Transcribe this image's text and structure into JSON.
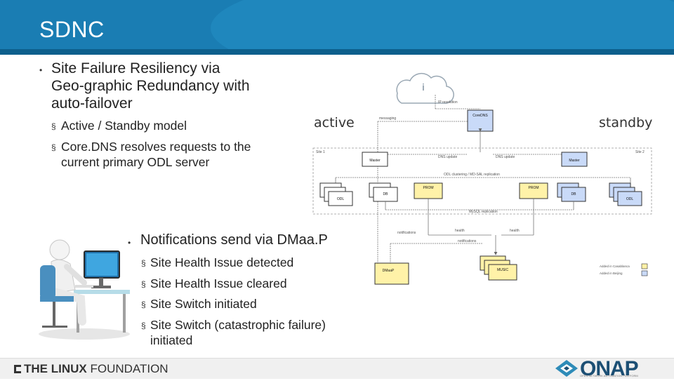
{
  "slide": {
    "title": "SDNC",
    "bullet1": "Site Failure Resiliency via Geo-graphic Redundancy with auto-failover",
    "sub1": [
      "Active / Standby model",
      "Core.DNS resolves requests to the current primary ODL server"
    ],
    "bullet2": "Notifications send via DMaa.P",
    "sub2": [
      "Site Health Issue detected",
      "Site Health Issue cleared",
      "Site Switch initiated",
      "Site Switch (catastrophic failure) initiated"
    ],
    "label_active": "active",
    "label_standby": "standby"
  },
  "diagram": {
    "ip_resolution": "IP resolution",
    "messaging": "messaging",
    "coredns": "CoreDNS",
    "site1": "Site 1",
    "site2": "Site 2",
    "dns_update_left": "DNS update",
    "dns_update_right": "DNS update",
    "master": "Master",
    "odl_clustering": "ODL clustering / MD-SAL replication",
    "odl": "ODL",
    "db": "DB",
    "prom": "PROM",
    "mysql_replication": "MySQL replication",
    "health": "health",
    "notifications": "notifications",
    "dmaap": "DMaaP",
    "music": "MUSIC",
    "legend_casablanca": "Added in Casablanca",
    "legend_beijing": "Added in Beijing"
  },
  "footer": {
    "lf_logo_bold": "THE LINUX",
    "lf_logo_rest": " FOUNDATION",
    "onap_logo": "ONAP",
    "onap_sub": "OPEN NETWORK AUTOMATION PLATFORM"
  },
  "colors": {
    "header": "#1a7db3",
    "header_dark": "#0d5f8c",
    "onap_blue": "#1c4f74",
    "yellow_box": "#fff2a8",
    "blue_box": "#c9daf8"
  }
}
